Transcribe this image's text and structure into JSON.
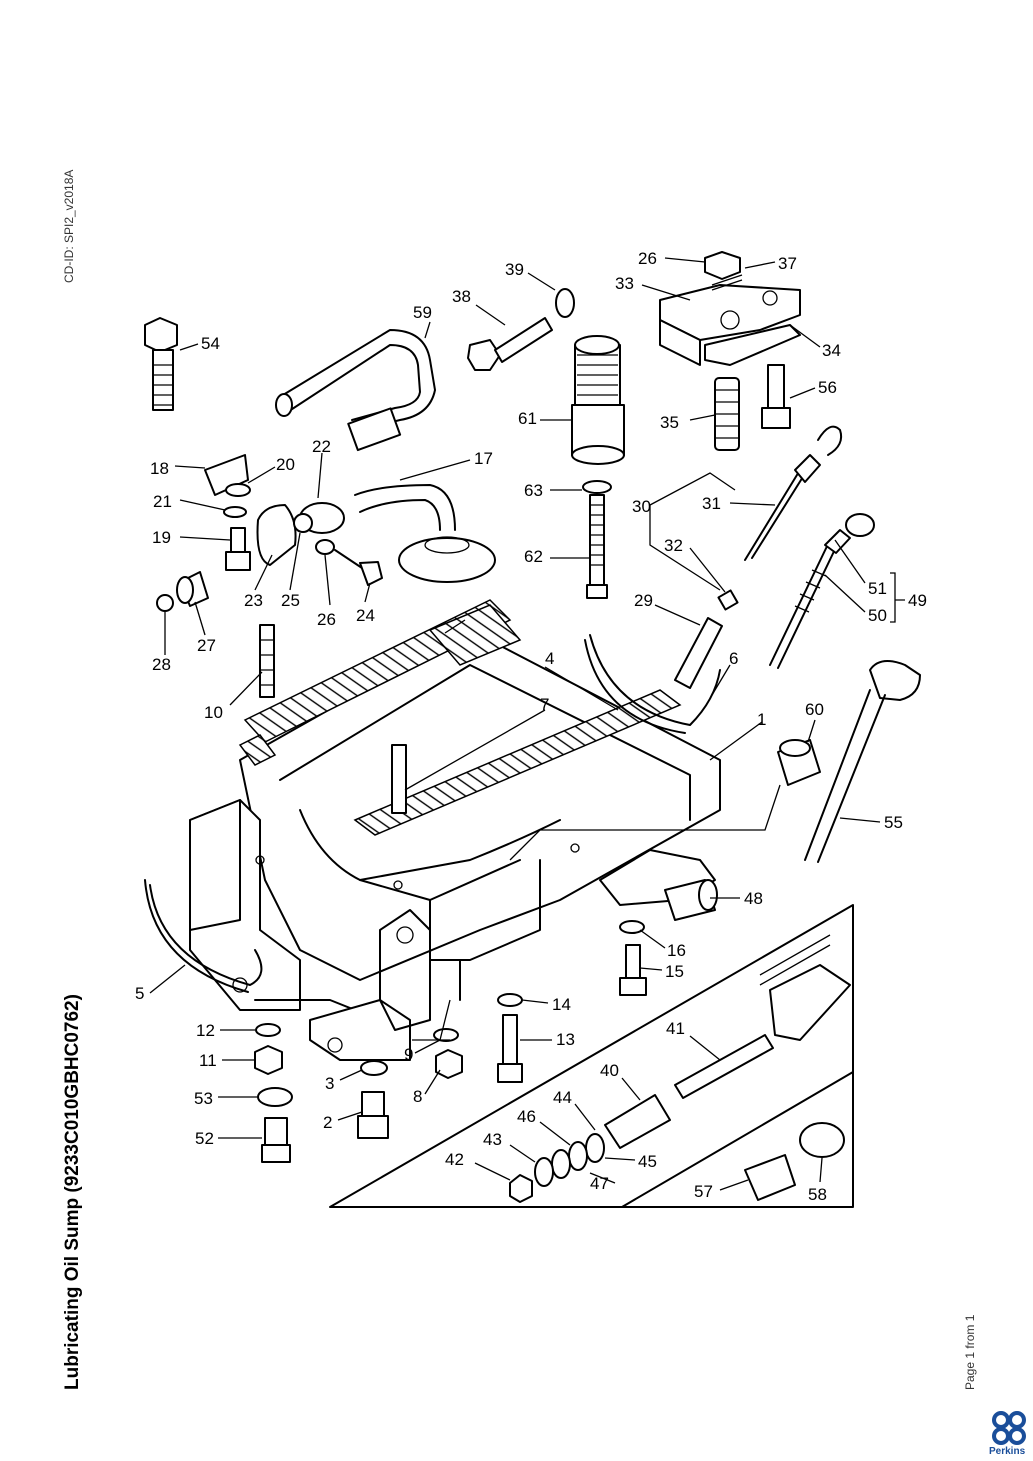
{
  "document": {
    "cd_id": "CD-ID: SPI2_v2018A",
    "title": "Lubricating Oil Sump (9233C010GBHC0762)",
    "page": "Page 1 from 1",
    "brand": "Perkins",
    "brand_color": "#1a4e9a"
  },
  "callouts": [
    "1",
    "2",
    "3",
    "4",
    "5",
    "6",
    "7",
    "8",
    "9",
    "10",
    "11",
    "12",
    "13",
    "14",
    "15",
    "16",
    "17",
    "18",
    "19",
    "20",
    "21",
    "22",
    "23",
    "24",
    "25",
    "26",
    "26",
    "27",
    "28",
    "29",
    "30",
    "31",
    "32",
    "33",
    "34",
    "35",
    "37",
    "38",
    "39",
    "40",
    "41",
    "42",
    "43",
    "44",
    "45",
    "46",
    "47",
    "48",
    "49",
    "50",
    "51",
    "52",
    "53",
    "54",
    "55",
    "56",
    "57",
    "58",
    "59",
    "60",
    "61",
    "62",
    "63"
  ]
}
